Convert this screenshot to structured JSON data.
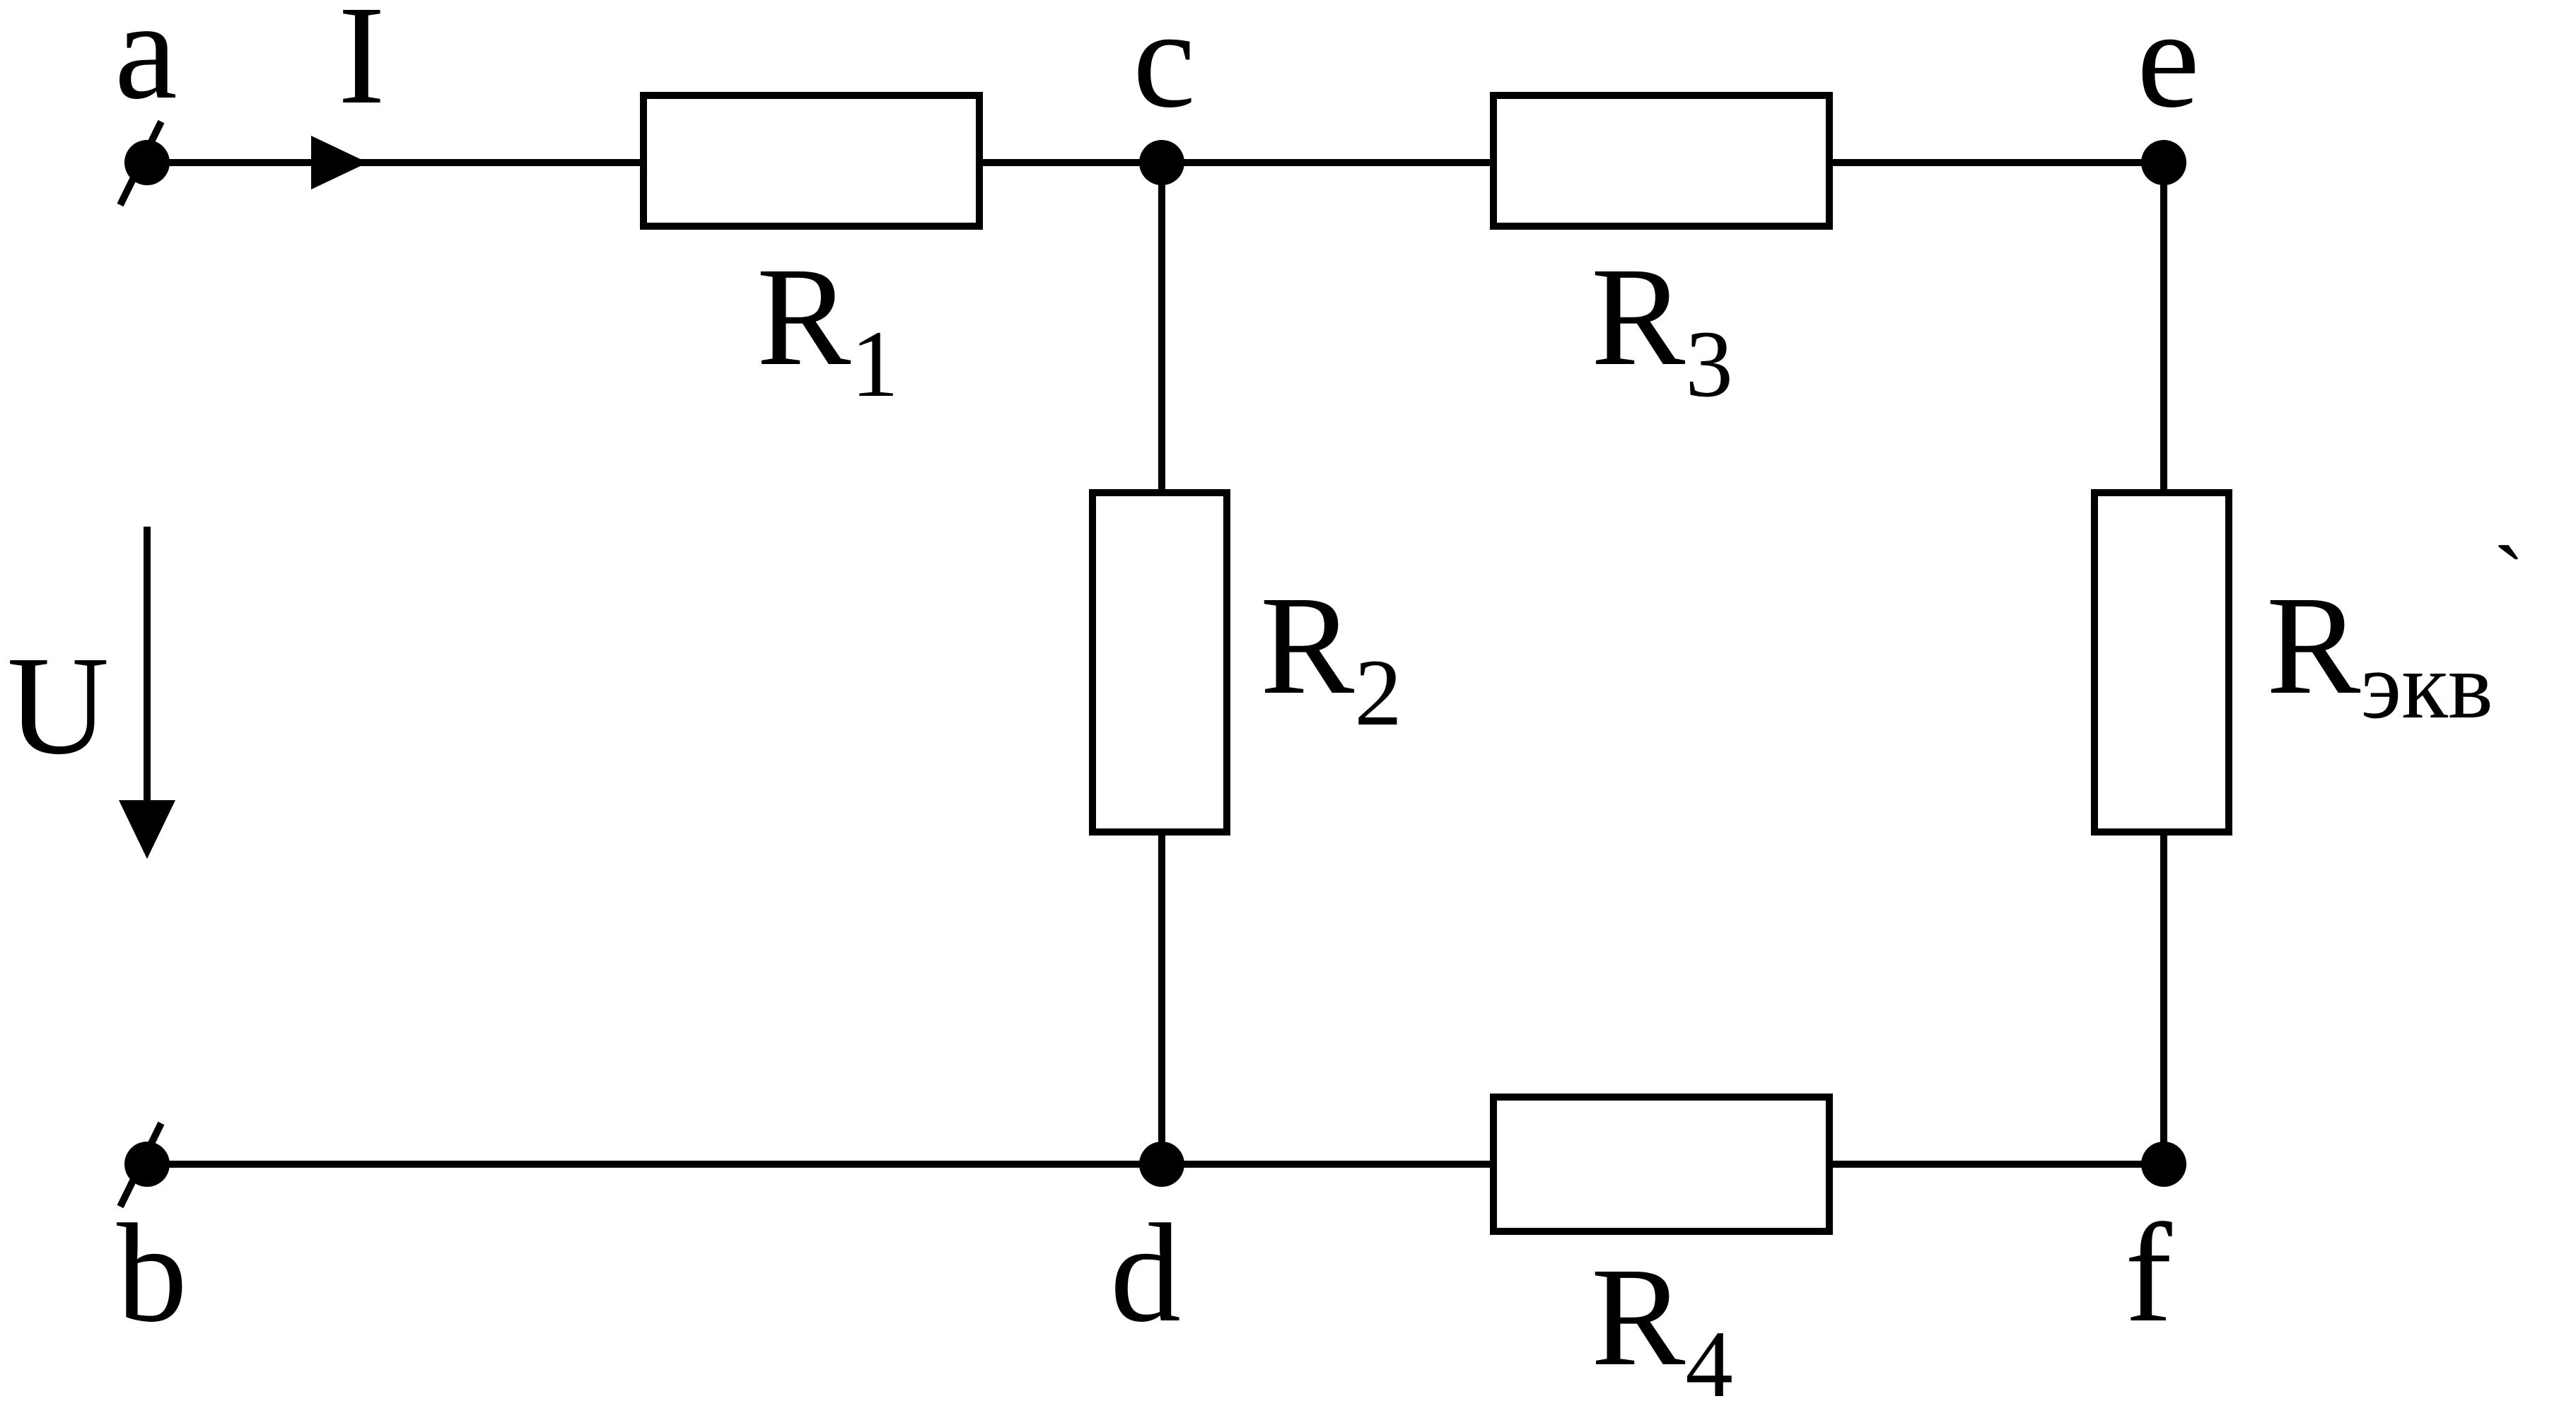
{
  "diagram": {
    "nodes": {
      "a": "a",
      "b": "b",
      "c": "c",
      "d": "d",
      "e": "e",
      "f": "f"
    },
    "current_label": "I",
    "voltage_label": "U",
    "resistors": {
      "r1": {
        "main": "R",
        "sub": "1"
      },
      "r2": {
        "main": "R",
        "sub": "2"
      },
      "r3": {
        "main": "R",
        "sub": "3"
      },
      "r4": {
        "main": "R",
        "sub": "4"
      },
      "req": {
        "main": "R",
        "sub": "экв",
        "mark": "`"
      }
    }
  }
}
